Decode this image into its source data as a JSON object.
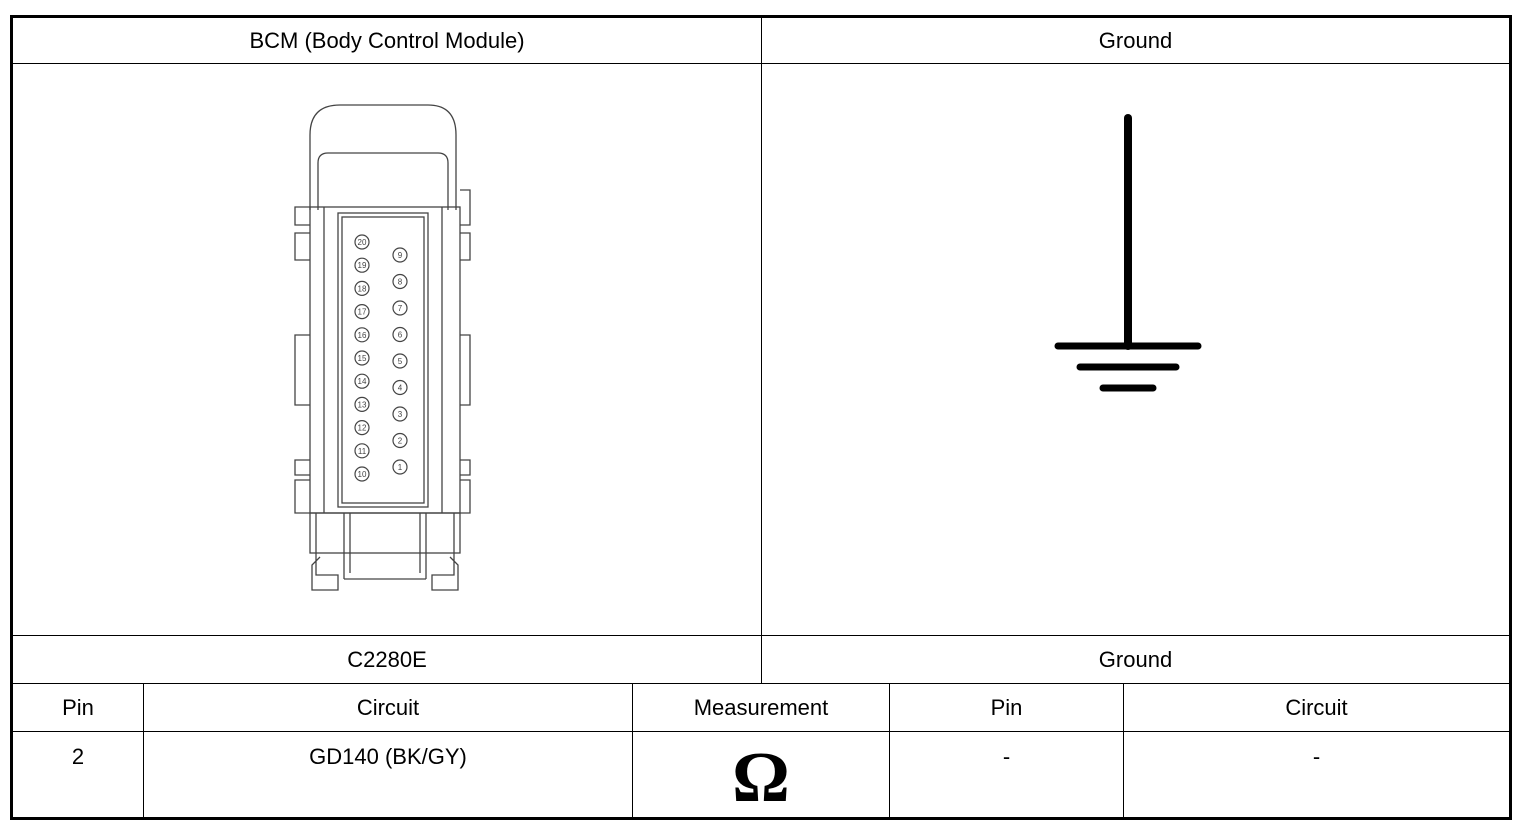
{
  "header": {
    "left_title": "BCM (Body Control Module)",
    "right_title": "Ground"
  },
  "connector": {
    "id": "C2280E",
    "pin_labels_left": [
      "20",
      "19",
      "18",
      "17",
      "16",
      "15",
      "14",
      "13",
      "12",
      "11",
      "10"
    ],
    "pin_labels_right": [
      "9",
      "8",
      "7",
      "6",
      "5",
      "4",
      "3",
      "2",
      "1"
    ]
  },
  "ground": {
    "label": "Ground",
    "icon": "ground-symbol-icon"
  },
  "table": {
    "headers": [
      "Pin",
      "Circuit",
      "Measurement",
      "Pin",
      "Circuit"
    ],
    "rows": [
      {
        "pin": "2",
        "circuit": "GD140 (BK/GY)",
        "measurement": "Ω",
        "ground_pin": "-",
        "ground_circuit": "-"
      }
    ]
  }
}
